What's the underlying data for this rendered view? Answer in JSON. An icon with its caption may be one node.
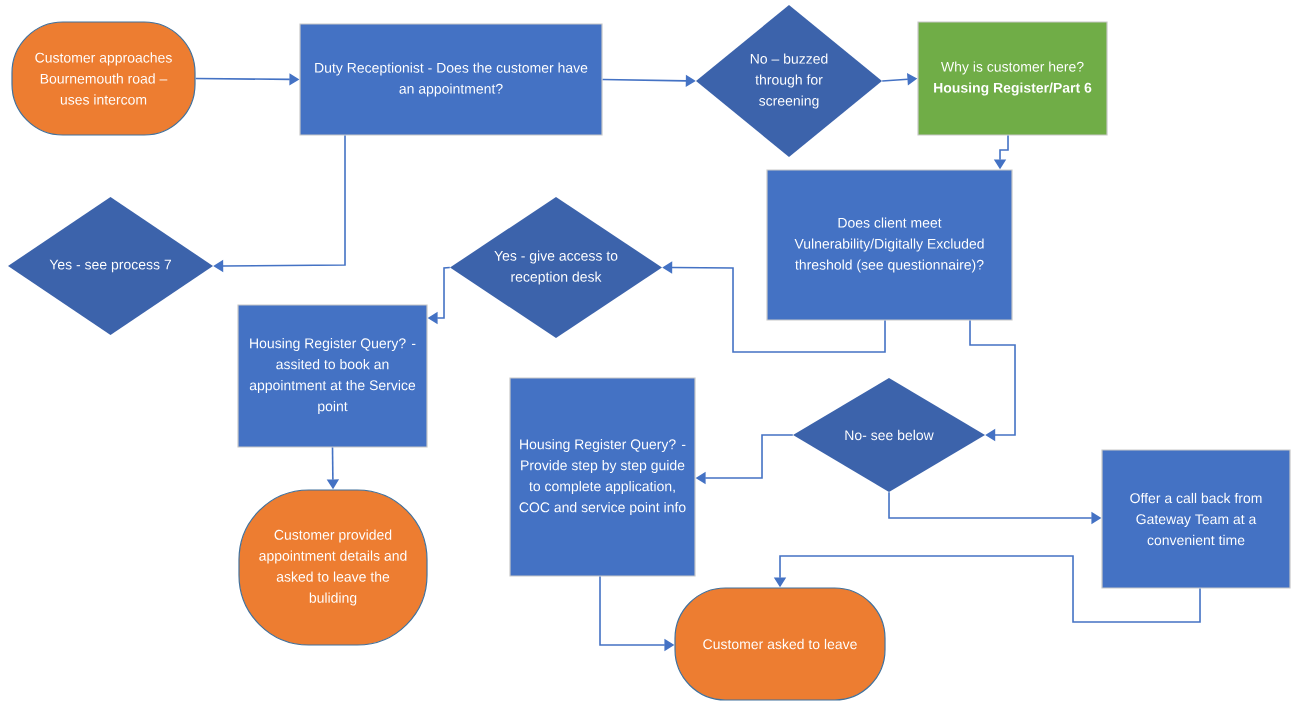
{
  "diagram": {
    "nodes": [
      {
        "text": [
          "Customer approaches Bournemouth road – uses intercom"
        ]
      },
      {
        "text": [
          "Duty Receptionist - Does the customer have an appointment?"
        ]
      },
      {
        "text": [
          "No – buzzed through for screening"
        ]
      },
      {
        "text": [
          "Why is customer here? **Housing Register/Part 6**"
        ]
      },
      {
        "text": [
          "Does client meet Vulnerability/Digitally Excluded threshold (see questionnaire)?"
        ]
      },
      {
        "text": [
          "Yes - see process 7"
        ]
      },
      {
        "text": [
          "Yes - give access to reception desk"
        ]
      },
      {
        "text": [
          "Housing Register Query? - assited to book an appointment at the Service point"
        ]
      },
      {
        "text": [
          "Customer provided appointment details and asked to leave the buliding"
        ]
      },
      {
        "text": [
          "Housing Register Query? - Provide step by step guide to complete application, COC and service point info"
        ]
      },
      {
        "text": [
          "No- see below"
        ]
      },
      {
        "text": [
          "Offer a call back from Gateway Team at a convenient time"
        ]
      },
      {
        "text": [
          "Customer asked to leave"
        ]
      }
    ],
    "edges": [
      {
        "from": 0,
        "to": 1,
        "arrow": "to"
      },
      {
        "from": 1,
        "to": 2,
        "arrow": "to"
      },
      {
        "from": 2,
        "to": 3,
        "arrow": "to"
      },
      {
        "from": 3,
        "to": 4,
        "arrow": "to"
      },
      {
        "from": 1,
        "to": 5,
        "arrow": "to"
      },
      {
        "from": 4,
        "to": 6,
        "arrow": "to"
      },
      {
        "from": 6,
        "to": 7,
        "arrow": "to"
      },
      {
        "from": 7,
        "to": 8,
        "arrow": "to"
      },
      {
        "from": 4,
        "to": 10,
        "arrow": "to"
      },
      {
        "from": 10,
        "to": 9,
        "arrow": "to"
      },
      {
        "from": 10,
        "to": 11,
        "arrow": "to"
      },
      {
        "from": 11,
        "to": 12,
        "arrow": "to"
      },
      {
        "from": 9,
        "to": 12,
        "arrow": "to"
      }
    ]
  }
}
